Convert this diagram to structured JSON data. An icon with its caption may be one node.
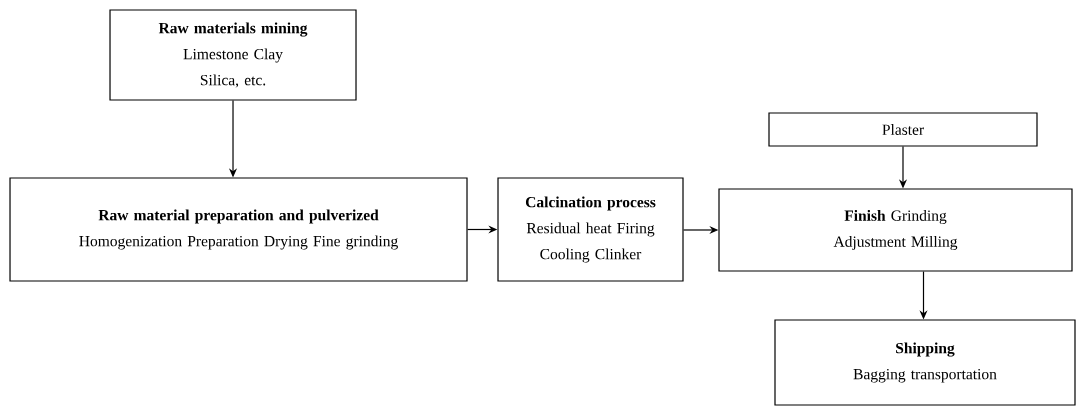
{
  "diagram": {
    "nodes": [
      {
        "text": [
          "Raw materials mining",
          "Limestone Clay Silica, etc."
        ]
      },
      {
        "text": [
          "Raw material preparation and pulverized",
          "Homogenization Preparation Drying Fine grinding"
        ]
      },
      {
        "text": [
          "Calcination process",
          "Residual heat Firing Cooling Clinker"
        ]
      },
      {
        "text": [
          "Plaster"
        ]
      },
      {
        "text": [
          "**Finish** Grinding Adjustment Milling"
        ]
      },
      {
        "text": [
          "Shipping",
          "Bagging transportation"
        ]
      }
    ],
    "edges": [
      {
        "from": 0,
        "to": 1,
        "arrow": "to"
      },
      {
        "from": 1,
        "to": 2,
        "arrow": "to"
      },
      {
        "from": 2,
        "to": 4,
        "arrow": "to"
      },
      {
        "from": 3,
        "to": 4,
        "arrow": "to"
      },
      {
        "from": 4,
        "to": 5,
        "arrow": "to"
      }
    ]
  }
}
